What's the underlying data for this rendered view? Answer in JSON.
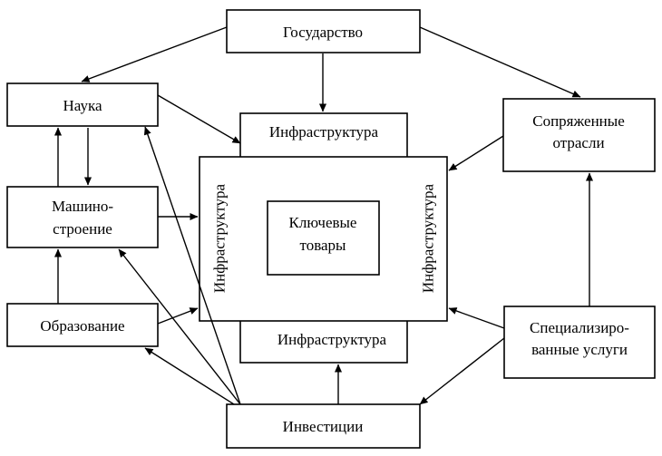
{
  "nodes": {
    "state": "Государство",
    "science": "Наука",
    "machine_line1": "Машино-",
    "machine_line2": "строение",
    "education": "Образование",
    "related_line1": "Сопряженные",
    "related_line2": "отрасли",
    "special_line1": "Специализиро-",
    "special_line2": "ванные услуги",
    "investments": "Инвестиции",
    "key_line1": "Ключевые",
    "key_line2": "товары",
    "infra_top": "Инфраструктура",
    "infra_bottom": "Инфраструктура",
    "infra_left": "Инфраструктура",
    "infra_right": "Инфраструктура"
  },
  "colors": {
    "line": "#000000",
    "background": "#ffffff"
  }
}
